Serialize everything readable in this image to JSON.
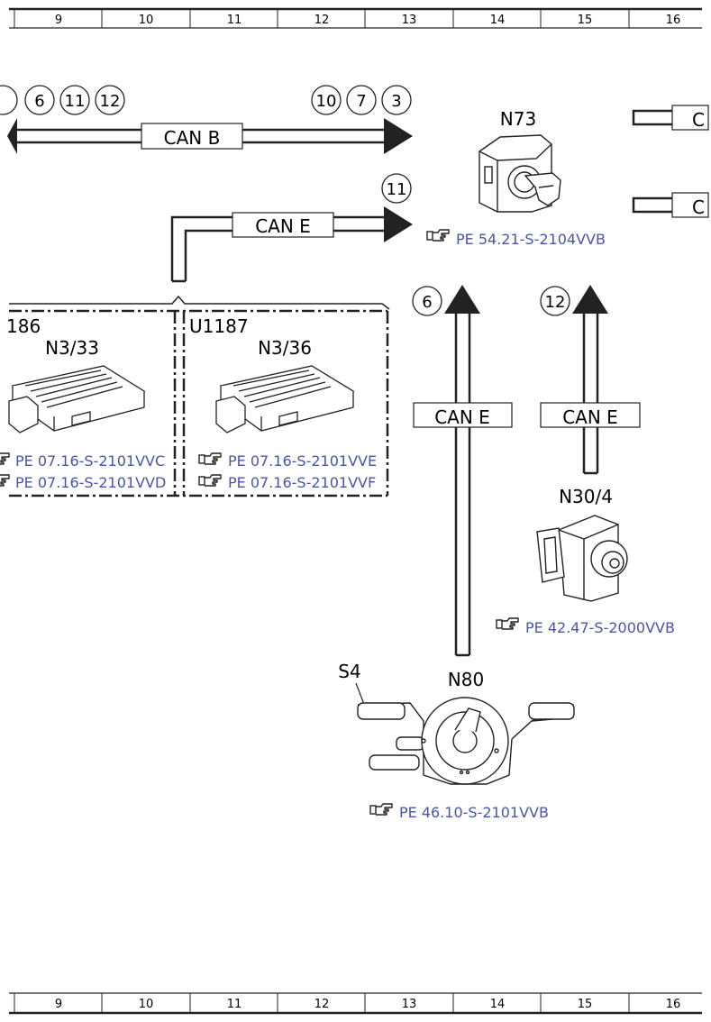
{
  "ruler_columns": [
    "9",
    "10",
    "11",
    "12",
    "13",
    "14",
    "15",
    "16"
  ],
  "buses": {
    "can_b": "CAN B",
    "can_e": "CAN E",
    "can_e_v1": "CAN E",
    "can_e_v2": "CAN E",
    "right_stub_1": "C",
    "right_stub_2": "C"
  },
  "circles": {
    "top_left": [
      "6",
      "11",
      "12"
    ],
    "top_right": [
      "10",
      "7",
      "3"
    ],
    "can_e_right": "11",
    "vertical_1": "6",
    "vertical_2": "12"
  },
  "components": {
    "n73": {
      "label": "N73",
      "ref": "PE 54.21-S-2104VVB"
    },
    "u186": {
      "group": "186",
      "label": "N3/33",
      "refs": [
        "PE 07.16-S-2101VVC",
        "PE 07.16-S-2101VVD"
      ]
    },
    "u1187": {
      "group": "U1187",
      "label": "N3/36",
      "refs": [
        "PE 07.16-S-2101VVE",
        "PE 07.16-S-2101VVF"
      ]
    },
    "n30_4": {
      "label": "N30/4",
      "ref": "PE 42.47-S-2000VVB"
    },
    "n80": {
      "label": "N80",
      "ref": "PE 46.10-S-2101VVB"
    },
    "s4": {
      "label": "S4"
    }
  }
}
